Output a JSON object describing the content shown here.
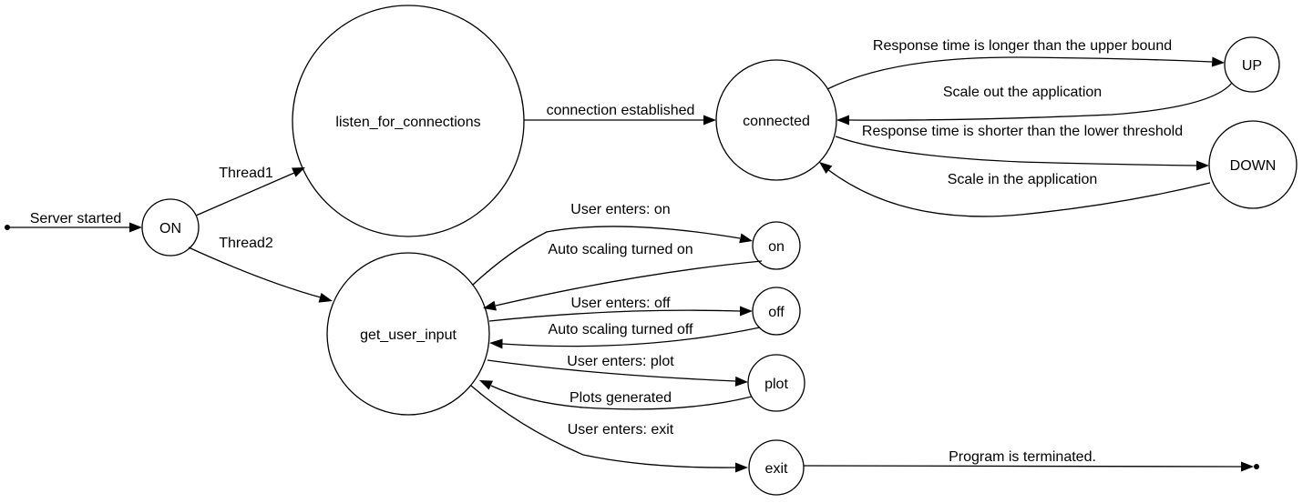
{
  "states": {
    "on_state": "ON",
    "listen": "listen_for_connections",
    "connected": "connected",
    "up": "UP",
    "down": "DOWN",
    "get_input": "get_user_input",
    "on_cmd": "on",
    "off_cmd": "off",
    "plot_cmd": "plot",
    "exit_cmd": "exit"
  },
  "transitions": {
    "server_started": "Server started",
    "thread1": "Thread1",
    "thread2": "Thread2",
    "connection_established": "connection established",
    "response_longer": "Response time is longer than the upper bound",
    "scale_out": "Scale out the application",
    "response_shorter": "Response time is shorter than the lower threshold",
    "scale_in": "Scale in the application",
    "user_on": "User enters: on",
    "auto_on": "Auto scaling turned on",
    "user_off": "User enters: off",
    "auto_off": "Auto scaling turned off",
    "user_plot": "User enters: plot",
    "plots_generated": "Plots generated",
    "user_exit": "User enters: exit",
    "terminated": "Program is terminated."
  }
}
